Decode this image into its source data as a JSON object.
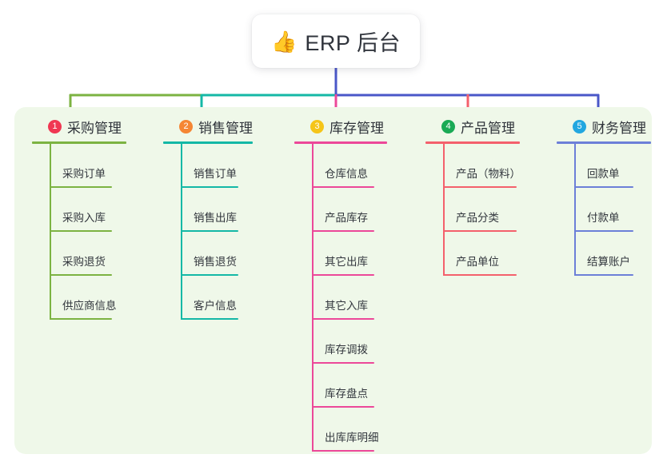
{
  "root": {
    "icon": "thumbs-up-icon",
    "emoji": "👍",
    "title": "ERP 后台"
  },
  "colors": {
    "panel_bg": "#eff8e9",
    "root_line": "#4a57c8",
    "bus_green": "#7cb342",
    "bus_teal": "#14b8a6",
    "bus_blue": "#4a57c8",
    "stub_green": "#7cb342",
    "stub_teal": "#14b8a6",
    "stub_pink": "#ec4899",
    "stub_red": "#f4606c",
    "stub_blue": "#4a57c8"
  },
  "columns": [
    {
      "index": "1",
      "title": "采购管理",
      "badge_color": "#f03752",
      "line_color": "#7cb342",
      "rule_width": 118,
      "item_rule_width": 78,
      "items": [
        {
          "label": "采购订单"
        },
        {
          "label": "采购入库"
        },
        {
          "label": "采购退货"
        },
        {
          "label": "供应商信息"
        }
      ]
    },
    {
      "index": "2",
      "title": "销售管理",
      "badge_color": "#f58634",
      "line_color": "#14b8a6",
      "rule_width": 112,
      "item_rule_width": 72,
      "items": [
        {
          "label": "销售订单"
        },
        {
          "label": "销售出库"
        },
        {
          "label": "销售退货"
        },
        {
          "label": "客户信息"
        }
      ]
    },
    {
      "index": "3",
      "title": "库存管理",
      "badge_color": "#f5c518",
      "line_color": "#ec4899",
      "rule_width": 116,
      "item_rule_width": 78,
      "items": [
        {
          "label": "仓库信息"
        },
        {
          "label": "产品库存"
        },
        {
          "label": "其它出库"
        },
        {
          "label": "其它入库"
        },
        {
          "label": "库存调拨"
        },
        {
          "label": "库存盘点"
        },
        {
          "label": "出库库明细"
        }
      ]
    },
    {
      "index": "4",
      "title": "产品管理",
      "badge_color": "#1aaa55",
      "line_color": "#f4606c",
      "rule_width": 118,
      "item_rule_width": 92,
      "items": [
        {
          "label": "产品（物料）"
        },
        {
          "label": "产品分类"
        },
        {
          "label": "产品单位"
        }
      ]
    },
    {
      "index": "5",
      "title": "财务管理",
      "badge_color": "#22a7e0",
      "line_color": "#6c7fd8",
      "rule_width": 118,
      "item_rule_width": 74,
      "items": [
        {
          "label": "回款单"
        },
        {
          "label": "付款单"
        },
        {
          "label": "结算账户"
        }
      ]
    }
  ]
}
